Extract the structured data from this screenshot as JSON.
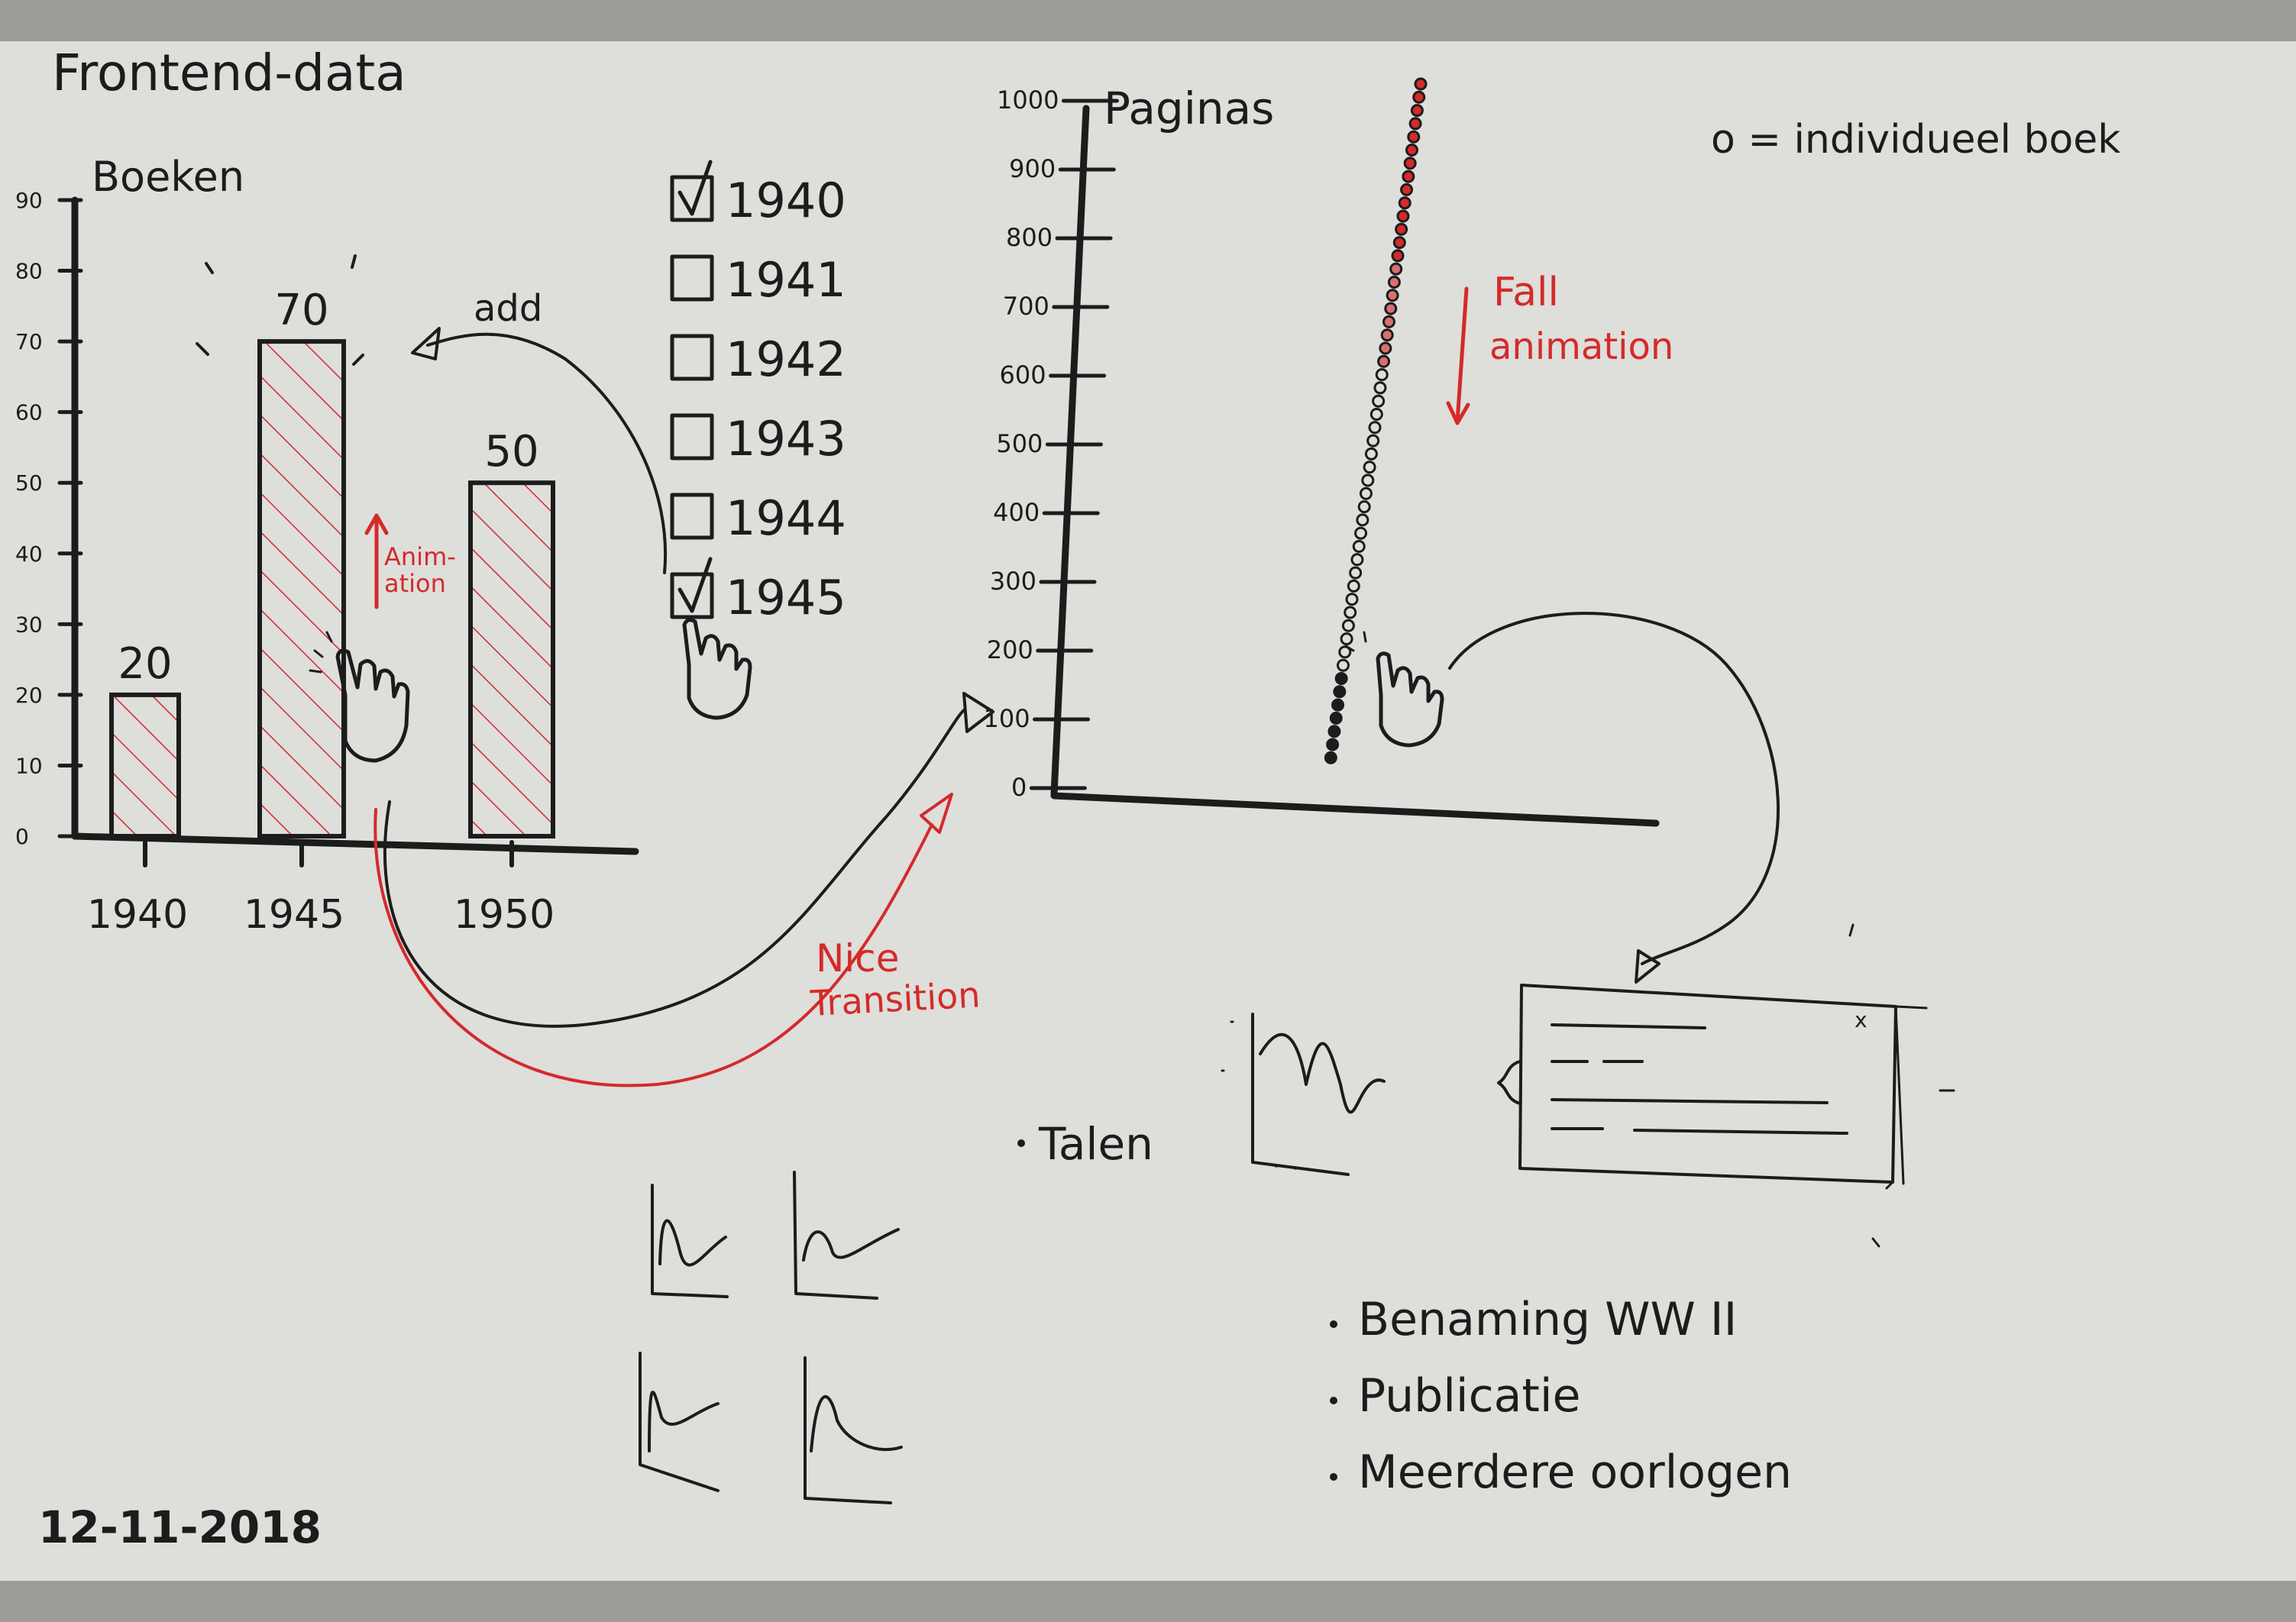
{
  "title": "Frontend-data",
  "date": "12-11-2018",
  "bar_chart": {
    "ylabel": "Boeken",
    "yticks": [
      "0",
      "10",
      "20",
      "30",
      "40",
      "50",
      "60",
      "70",
      "80",
      "90"
    ],
    "xticks": [
      "1940",
      "1945",
      "1950"
    ],
    "value_labels": [
      "20",
      "70",
      "50"
    ],
    "animation_label_1": "Anim-",
    "animation_label_2": "ation",
    "add_label": "add"
  },
  "checkbox_list": {
    "items": [
      {
        "label": "1940",
        "checked": true
      },
      {
        "label": "1941",
        "checked": false
      },
      {
        "label": "1942",
        "checked": false
      },
      {
        "label": "1943",
        "checked": false
      },
      {
        "label": "1944",
        "checked": false
      },
      {
        "label": "1945",
        "checked": true
      }
    ]
  },
  "dot_plot": {
    "ylabel": "Paginas",
    "yticks": [
      "0",
      "100",
      "200",
      "300",
      "400",
      "500",
      "600",
      "700",
      "800",
      "900",
      "1000"
    ],
    "legend": "o = individueel boek",
    "fall_label_1": "Fall",
    "fall_label_2": "animation"
  },
  "transition_label_1": "Nice",
  "transition_label_2": "Transition",
  "talen_label": "Talen",
  "popup": {
    "close": "x"
  },
  "bullets": [
    "Benaming WW II",
    "Publicatie",
    "Meerdere oorlogen"
  ],
  "chart_data": {
    "type": "bar",
    "categories": [
      "1940",
      "1945",
      "1950"
    ],
    "values": [
      20,
      70,
      50
    ],
    "title": "",
    "xlabel": "",
    "ylabel": "Boeken",
    "ylim": [
      0,
      90
    ]
  },
  "colors": {
    "ink": "#1c1c1c",
    "accent": "#d42a2a",
    "paper": "#dededb"
  }
}
